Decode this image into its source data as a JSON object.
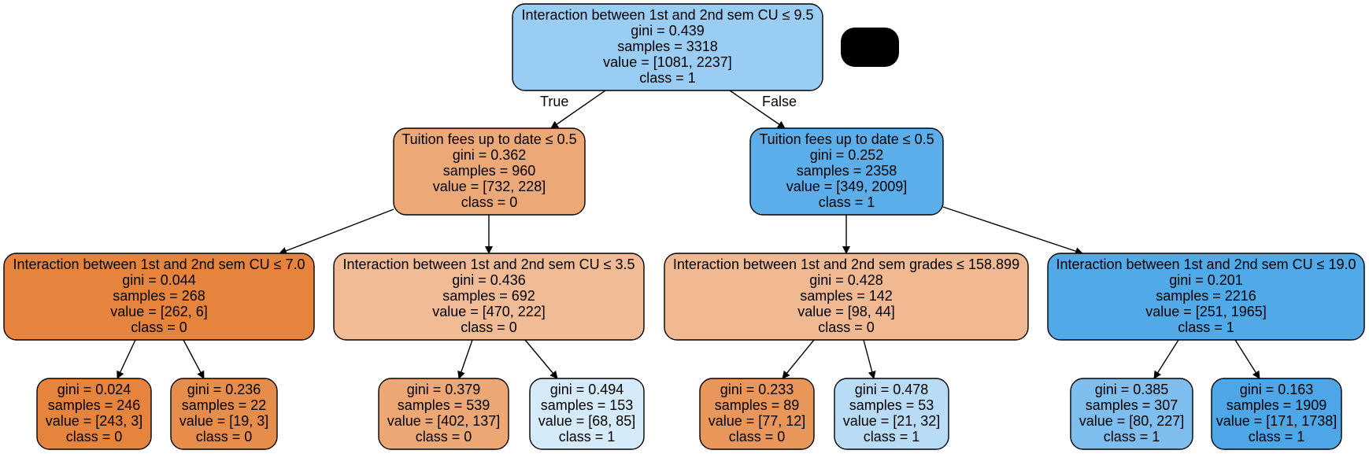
{
  "colors": {
    "class0_strong": "#e58139",
    "class1_strong": "#399de5"
  },
  "edge_labels": {
    "true": "True",
    "false": "False"
  },
  "nodes": [
    {
      "id": "n0",
      "fill": "#9acdf3",
      "lines": [
        "Interaction between 1st and 2nd sem CU ≤ 9.5",
        "gini = 0.439",
        "samples = 3318",
        "value = [1081, 2237]",
        "class = 1"
      ]
    },
    {
      "id": "n1",
      "fill": "#eda877",
      "lines": [
        "Tuition fees up to date ≤ 0.5",
        "gini = 0.362",
        "samples = 960",
        "value = [732, 228]",
        "class = 0"
      ]
    },
    {
      "id": "n2",
      "fill": "#5baeea",
      "lines": [
        "Tuition fees up to date ≤ 0.5",
        "gini = 0.252",
        "samples = 2358",
        "value = [349, 2009]",
        "class = 1"
      ]
    },
    {
      "id": "n3",
      "fill": "#e6843d",
      "lines": [
        "Interaction between 1st and 2nd sem CU ≤ 7.0",
        "gini = 0.044",
        "samples = 268",
        "value = [262, 6]",
        "class = 0"
      ]
    },
    {
      "id": "n4",
      "fill": "#f1bb95",
      "lines": [
        "Interaction between 1st and 2nd sem CU ≤ 3.5",
        "gini = 0.436",
        "samples = 692",
        "value = [470, 222]",
        "class = 0"
      ]
    },
    {
      "id": "n5",
      "fill": "#f1b991",
      "lines": [
        "Interaction between 1st and 2nd sem grades ≤ 158.899",
        "gini = 0.428",
        "samples = 142",
        "value = [98, 44]",
        "class = 0"
      ]
    },
    {
      "id": "n6",
      "fill": "#52a9e8",
      "lines": [
        "Interaction between 1st and 2nd sem CU ≤ 19.0",
        "gini = 0.201",
        "samples = 2216",
        "value = [251, 1965]",
        "class = 1"
      ]
    },
    {
      "id": "n7",
      "fill": "#e6833c",
      "lines": [
        "gini = 0.024",
        "samples = 246",
        "value = [243, 3]",
        "class = 0"
      ]
    },
    {
      "id": "n8",
      "fill": "#e78d4b",
      "lines": [
        "gini = 0.236",
        "samples = 22",
        "value = [19, 3]",
        "class = 0"
      ]
    },
    {
      "id": "n9",
      "fill": "#eda774",
      "lines": [
        "gini = 0.379",
        "samples = 539",
        "value = [402, 137]",
        "class = 0"
      ]
    },
    {
      "id": "n10",
      "fill": "#d6ebfa",
      "lines": [
        "gini = 0.494",
        "samples = 153",
        "value = [68, 85]",
        "class = 1"
      ]
    },
    {
      "id": "n11",
      "fill": "#e9965a",
      "lines": [
        "gini = 0.233",
        "samples = 89",
        "value = [77, 12]",
        "class = 0"
      ]
    },
    {
      "id": "n12",
      "fill": "#b9dcf6",
      "lines": [
        "gini = 0.478",
        "samples = 53",
        "value = [21, 32]",
        "class = 1"
      ]
    },
    {
      "id": "n13",
      "fill": "#7dbeee",
      "lines": [
        "gini = 0.385",
        "samples = 307",
        "value = [80, 227]",
        "class = 1"
      ]
    },
    {
      "id": "n14",
      "fill": "#4ca6e7",
      "lines": [
        "gini = 0.163",
        "samples = 1909",
        "value = [171, 1738]",
        "class = 1"
      ]
    }
  ]
}
